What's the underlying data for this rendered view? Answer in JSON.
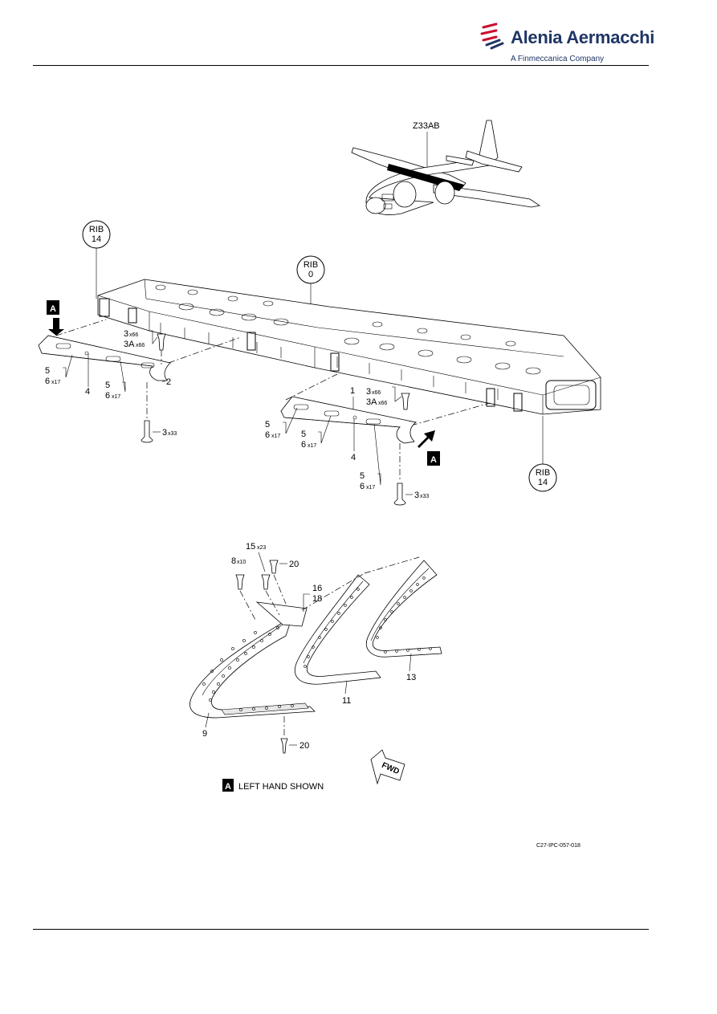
{
  "header": {
    "company": "Alenia Aermacchi",
    "tagline": "A Finmeccanica Company",
    "brand_color": "#1f3566",
    "accent_color": "#c8102e"
  },
  "figure": {
    "zone_label": "Z33AB",
    "rib_left": {
      "top": "RIB",
      "num": "14"
    },
    "rib_center": {
      "top": "RIB",
      "num": "0"
    },
    "rib_right": {
      "top": "RIB",
      "num": "14"
    },
    "view_flag": "A",
    "note": "LEFT HAND SHOWN",
    "fwd": "FWD",
    "drawing_number": "C27-IPC-057-018",
    "callouts": {
      "c1": "1",
      "c2": "2",
      "c3": "3",
      "c3a": "3A",
      "c4": "4",
      "c5": "5",
      "c6": "6",
      "c8": "8",
      "c9": "9",
      "c11": "11",
      "c13": "13",
      "c15": "15",
      "c16": "16",
      "c18": "18",
      "c20": "20",
      "x66": "x66",
      "x33": "x33",
      "x17": "x17",
      "x10": "x10",
      "x23": "x23"
    }
  }
}
